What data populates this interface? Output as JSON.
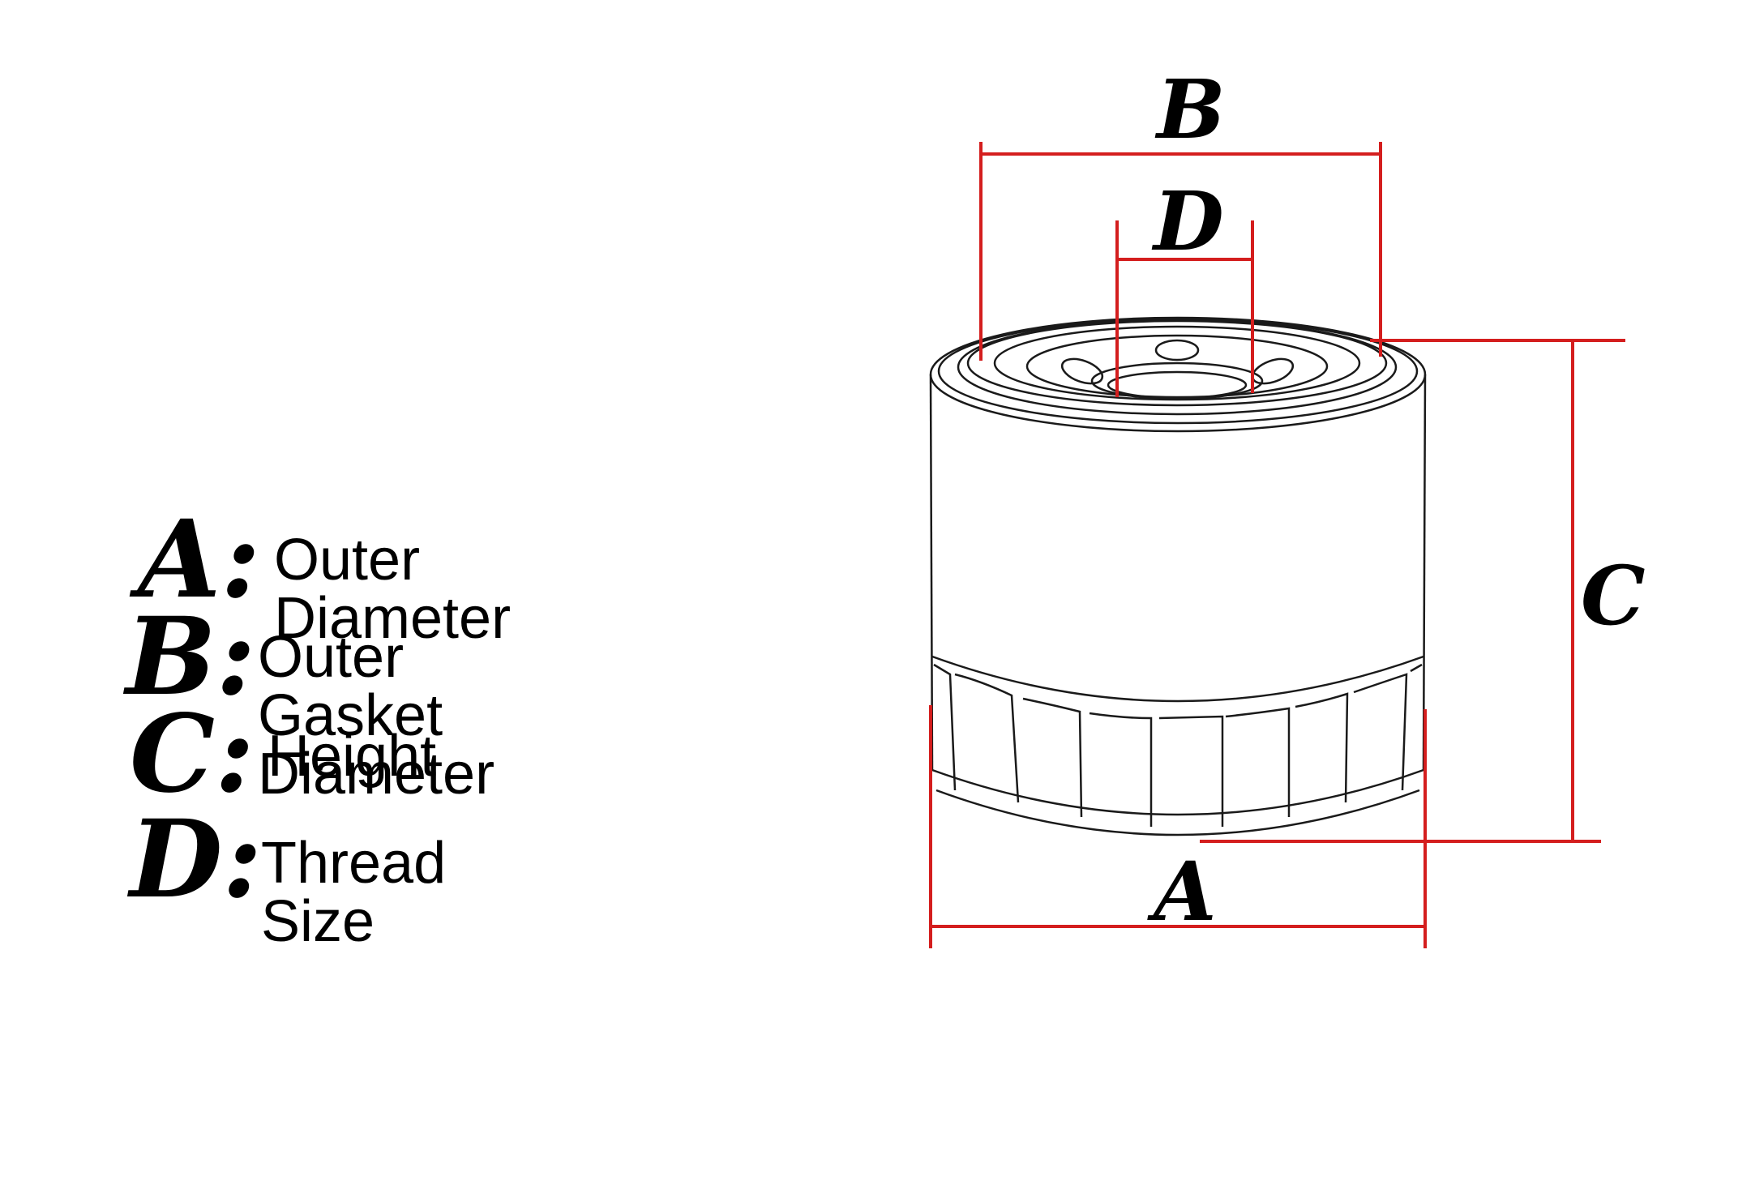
{
  "legend": [
    {
      "key": "A:",
      "text": "Outer Diameter"
    },
    {
      "key": "B:",
      "text": "Outer Gasket Diameter"
    },
    {
      "key": "C:",
      "text": "Height"
    },
    {
      "key": "D:",
      "text": "Thread Size"
    }
  ],
  "dimension_labels": {
    "a": "A",
    "b": "B",
    "c": "C",
    "d": "D"
  },
  "colors": {
    "dimension_line": "#d41e1e",
    "outline": "#1a1a1a",
    "background": "#ffffff"
  },
  "icon": "oil-filter-drawing"
}
